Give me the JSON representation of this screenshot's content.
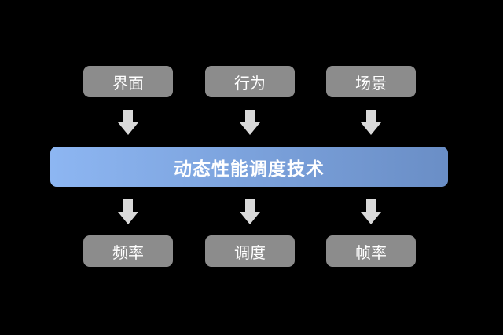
{
  "inputs": [
    "界面",
    "行为",
    "场景"
  ],
  "core": "动态性能调度技术",
  "outputs": [
    "频率",
    "调度",
    "帧率"
  ],
  "colors": {
    "box": "#8c8c8c",
    "arrow": "#d9d9d9",
    "banner_start": "#8db6f2",
    "banner_end": "#6a8ec6"
  }
}
